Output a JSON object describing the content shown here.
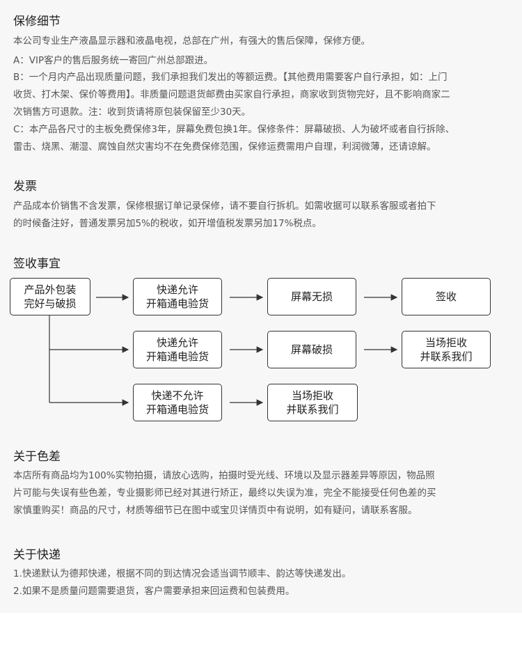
{
  "warranty": {
    "title": "保修细节",
    "lines": [
      "本公司专业生产液晶显示器和液晶电视，总部在广州，有强大的售后保障，保修方便。",
      "A：VIP客户的售后服务统一寄回广州总部跟进。",
      "B：一个月内产品出现质量问题，我们承担我们发出的等额运费。【其他费用需要客户自行承担，如：上门",
      "收货、打木架、保价等费用】。非质量问题退货邮费由买家自行承担，商家收到货物完好，且不影响商家二",
      "次销售方可退款。注：收到货请将原包装保留至少30天。",
      "C：本产品各尺寸的主板免费保修3年，屏幕免费包换1年。保修条件：屏幕破损、人为破坏或者自行拆除、",
      "雷击、烧黑、潮湿、腐蚀自然灾害均不在免费保修范围，保修运费需用户自理，利润微薄，还请谅解。"
    ]
  },
  "invoice": {
    "title": "发票",
    "lines": [
      "产品成本价销售不含发票，保修根据订单记录保修，请不要自行拆机。如需收据可以联系客服或者拍下",
      "的时候备注好，普通发票另加5%的税收，如开增值税发票另加17%税点。"
    ]
  },
  "receipt": {
    "title": "签收事宜",
    "start": [
      "产品外包装",
      "完好与破损"
    ],
    "inspect_allowed": [
      "快递允许",
      "开箱通电验货"
    ],
    "inspect_not_allowed": [
      "快递不允许",
      "开箱通电验货"
    ],
    "screen_ok": "屏幕无损",
    "screen_broken": "屏幕破损",
    "sign": "签收",
    "refuse": [
      "当场拒收",
      "并联系我们"
    ]
  },
  "color": {
    "title": "关于色差",
    "lines": [
      "本店所有商品均为100%实物拍摄，请放心选购，拍摄时受光线、环境以及显示器差异等原因，物品照",
      "片可能与失误有些色差，专业摄影师已经对其进行矫正，最终以失误为准，完全不能接受任何色差的买",
      "家慎重购买！商品的尺寸，材质等细节已在图中或宝贝详情页中有说明，如有疑问，请联系客服。"
    ]
  },
  "shipping": {
    "title": "关于快递",
    "lines": [
      "1.快递默认为德邦快递，根据不同的到达情况会适当调节顺丰、韵达等快递发出。",
      "2.如果不是质量问题需要退货，客户需要承担来回运费和包装费用。"
    ]
  }
}
